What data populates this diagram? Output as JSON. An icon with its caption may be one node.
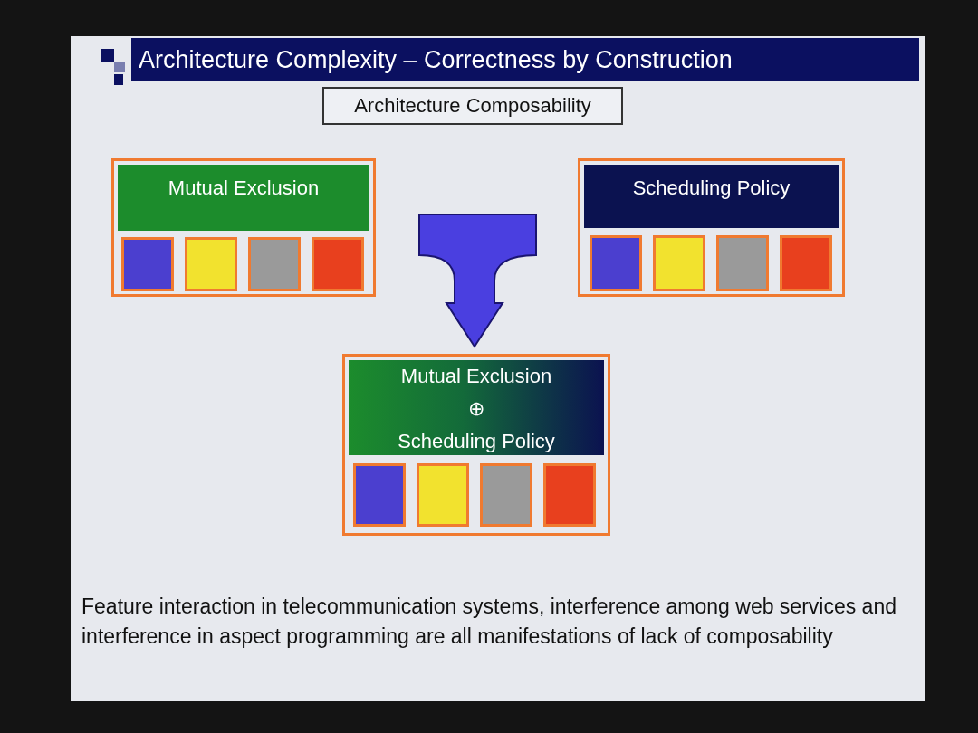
{
  "diagram": {
    "title": "Architecture Complexity – Correctness by Construction",
    "nodes": [
      {
        "text": [
          "Architecture Composability"
        ]
      },
      {
        "text": [
          "Mutual Exclusion"
        ]
      },
      {
        "text": [],
        "shape": "box",
        "in": 1
      },
      {
        "text": [],
        "shape": "box",
        "in": 1
      },
      {
        "text": [],
        "shape": "box",
        "in": 1
      },
      {
        "text": [],
        "shape": "box",
        "in": 1
      },
      {
        "text": [
          "Scheduling Policy"
        ]
      },
      {
        "text": [],
        "shape": "box",
        "in": 6
      },
      {
        "text": [],
        "shape": "box",
        "in": 6
      },
      {
        "text": [],
        "shape": "box",
        "in": 6
      },
      {
        "text": [],
        "shape": "box",
        "in": 6
      },
      {
        "text": [
          "Mutual Exclusion",
          "⊕",
          "Scheduling Policy"
        ]
      },
      {
        "text": [],
        "shape": "box",
        "in": 11
      },
      {
        "text": [],
        "shape": "box",
        "in": 11
      },
      {
        "text": [],
        "shape": "box",
        "in": 11
      },
      {
        "text": [],
        "shape": "box",
        "in": 11
      }
    ],
    "edges": [
      {
        "from": 1,
        "to": 11,
        "arrow": "to"
      },
      {
        "from": 6,
        "to": 11,
        "arrow": "to"
      }
    ],
    "caption": "Feature interaction in telecommunication systems, interference among web services and interference in aspect programming are all manifestations of lack of composability"
  }
}
